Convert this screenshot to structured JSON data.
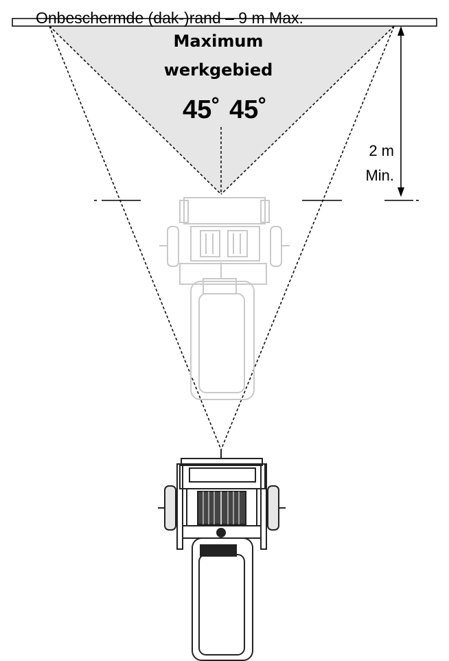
{
  "diagram": {
    "edge_label": "Onbeschermde (dak-)rand – 9 m Max.",
    "area_title_line1": "Maximum",
    "area_title_line2": "werkgebied",
    "angle_left": "45˚",
    "angle_right": "45˚",
    "min_distance_line1": "2 m",
    "min_distance_line2": "Min."
  },
  "colors": {
    "area_fill": "#e6e6e6",
    "line": "#111111",
    "ghost_machine": "#c9c9c9",
    "machine": "#222222"
  },
  "icons": {
    "ghost_machine": "machine-top-view-faded",
    "machine": "machine-top-view"
  }
}
